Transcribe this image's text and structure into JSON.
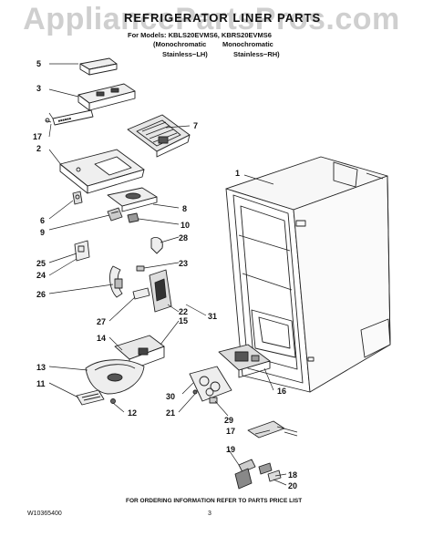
{
  "watermark": "AppliancePartsPros.com",
  "header": {
    "title": "REFRIGERATOR LINER PARTS",
    "models": "For Models: KBLS20EVMS6, KBRS20EVMS6",
    "variant_left_1": "(Monochromatic",
    "variant_left_2": "Stainless−LH)",
    "variant_right_1": "Monochromatic",
    "variant_right_2": "Stainless−RH)"
  },
  "callouts": [
    "1",
    "2",
    "3",
    "5",
    "6",
    "7",
    "8",
    "9",
    "10",
    "11",
    "12",
    "13",
    "14",
    "15",
    "16",
    "17",
    "17",
    "18",
    "19",
    "20",
    "21",
    "22",
    "23",
    "24",
    "25",
    "26",
    "27",
    "28",
    "29",
    "30",
    "31"
  ],
  "footer": {
    "order_info": "FOR ORDERING INFORMATION REFER TO PARTS PRICE LIST",
    "doc_code": "W10365400",
    "page": "3"
  }
}
